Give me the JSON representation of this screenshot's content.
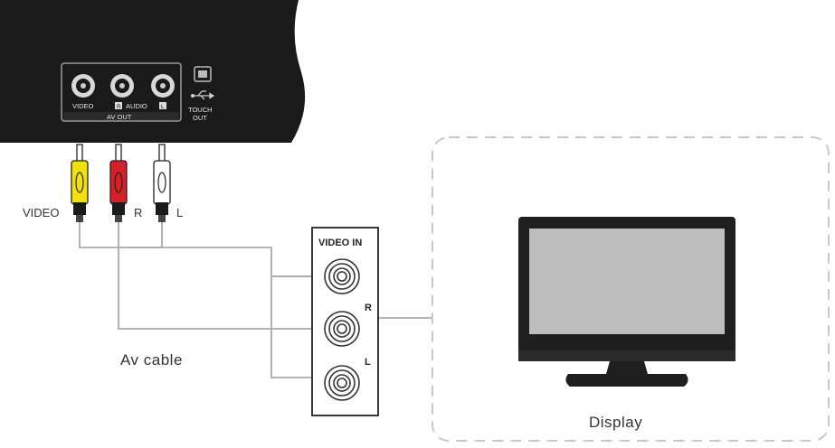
{
  "device": {
    "jack_labels": {
      "video": "VIDEO",
      "audio": "AUDIO"
    },
    "channel_marks": {
      "right": "R",
      "left": "L"
    },
    "group_label": "AV OUT",
    "touch_out_label": [
      "TOUCH",
      "OUT"
    ]
  },
  "plugs": {
    "video_label": "VIDEO",
    "right_label": "R",
    "left_label": "L",
    "colors": {
      "video": "#f2e20a",
      "right": "#d61f26",
      "left": "#ffffff"
    }
  },
  "cable_label": "Av cable",
  "input_panel": {
    "title": "VIDEO IN",
    "jack_r_label": "R",
    "jack_l_label": "L"
  },
  "display_label": "Display"
}
